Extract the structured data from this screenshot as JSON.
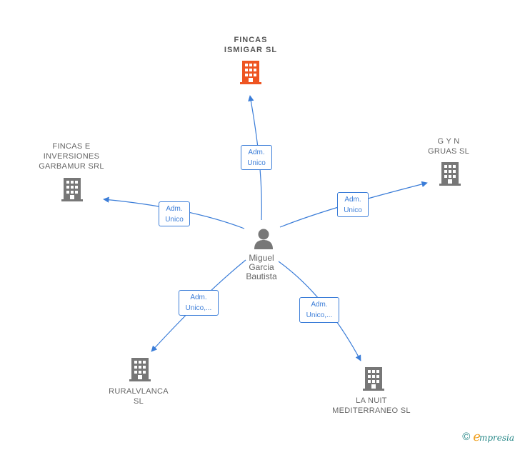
{
  "diagram": {
    "center": {
      "name": "Miguel\nGarcia\nBautista",
      "icon": "person-icon",
      "color": "#777777"
    },
    "nodes": [
      {
        "id": "fincas-ismigar",
        "name": "FINCAS\nISMIGAR  SL",
        "icon": "building-icon",
        "color": "#ee5522",
        "highlight": true
      },
      {
        "id": "fincas-garbamur",
        "name": "FINCAS E\nINVERSIONES\nGARBAMUR SRL",
        "icon": "building-icon",
        "color": "#777777"
      },
      {
        "id": "gyn-gruas",
        "name": "G Y N\nGRUAS  SL",
        "icon": "building-icon",
        "color": "#777777"
      },
      {
        "id": "ruralvlanca",
        "name": "RURALVLANCA\nSL",
        "icon": "building-icon",
        "color": "#777777"
      },
      {
        "id": "la-nuit",
        "name": "LA NUIT\nMEDITERRANEO SL",
        "icon": "building-icon",
        "color": "#777777"
      }
    ],
    "edges": [
      {
        "to": "fincas-ismigar",
        "label": "Adm.\nUnico"
      },
      {
        "to": "fincas-garbamur",
        "label": "Adm.\nUnico"
      },
      {
        "to": "gyn-gruas",
        "label": "Adm.\nUnico"
      },
      {
        "to": "ruralvlanca",
        "label": "Adm.\nUnico,..."
      },
      {
        "to": "la-nuit",
        "label": "Adm.\nUnico,..."
      }
    ],
    "edge_color": "#3b7dd8"
  },
  "footer": {
    "copyright": "©",
    "brand_initial": "e",
    "brand_rest": "mpresia"
  }
}
